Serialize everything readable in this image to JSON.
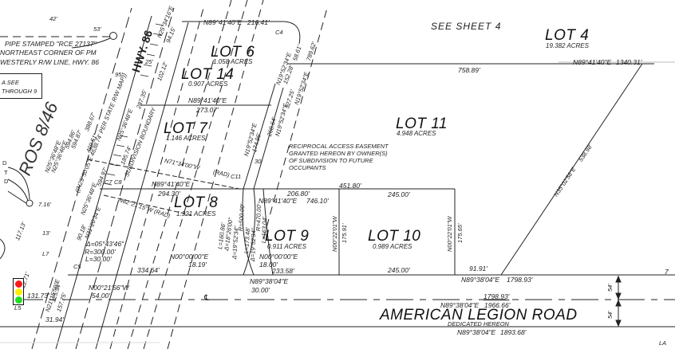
{
  "sheet": {
    "see_sheet": "SEE SHEET 4",
    "ros_label": "ROS 8/46",
    "highway_label": "HWY. 86",
    "road_name": "AMERICAN LEGION ROAD",
    "road_note": "DEDICATED HEREON",
    "centerline_symbol": "℄",
    "corner_text": "LA",
    "edge_number": "7",
    "note_box": [
      "A SEE",
      "THROUGH 9"
    ],
    "pipe_note": [
      "PIPE STAMPED \"RCE 27137\"",
      "NORTHEAST CORNER OF PM",
      "WESTERLY R/W LINE, HWY. 86"
    ],
    "easement_note": [
      "RECIPROCAL ACCESS EASEMENT",
      "GRANTED HEREON BY OWNER(S)",
      "OF SUBDIVISION TO FUTURE",
      "OCCUPANTS"
    ],
    "legend_letters": [
      "D",
      "T",
      "D"
    ]
  },
  "lots": [
    {
      "name": "LOT 4",
      "acres": "19.382 ACRES"
    },
    {
      "name": "LOT 6",
      "acres": "1.058 ACRES"
    },
    {
      "name": "LOT 14",
      "acres": "0.907 ACRES"
    },
    {
      "name": "LOT 7",
      "acres": "1.146 ACRES"
    },
    {
      "name": "LOT 11",
      "acres": "4.948 ACRES"
    },
    {
      "name": "LOT 8",
      "acres": "1.321 ACRES"
    },
    {
      "name": "LOT 9",
      "acres": "0.911 ACRES"
    },
    {
      "name": "LOT 10",
      "acres": "0.989 ACRES"
    }
  ],
  "dims": {
    "d42": "42'",
    "d53": "53'",
    "d25": "25'",
    "d95": "95'",
    "d13": "13'",
    "d30": "30'",
    "n25_34_16": "N25°34'16\"E",
    "d94_15": "94.15'",
    "d102_12": "102.12'",
    "d287_35": "287.35'",
    "top_bearing": "N89°41'40\"E",
    "top_len": "216.41'",
    "c4": "C4",
    "c5": "C5",
    "c7": "C7",
    "c8": "C8",
    "c11": "C11",
    "l7": "L7",
    "l5": "L5",
    "n19_152": "N19°52'34\"E",
    "d152_28": "152.28'",
    "d58_61": "58.61'",
    "d789_62": "789.62'",
    "n19_327": "N19°52'34\"E",
    "d327_25": "327.25'",
    "lot4_bearing": "N89°41'40\"E",
    "lot4_len": "1340.31'",
    "d758_89": "758.89'",
    "lot7_bearing": "N89°41'40\"E",
    "lot7_len": "273.07'",
    "n19_174": "N19°52'34\"E",
    "d174_96": "174.96'",
    "d268_64": "268.64'",
    "n19_268": "N19°52'34\"E",
    "n71": "N71°34'00\"W",
    "rad": "(RAD)",
    "lot8_bearing": "N89°41'40\"E",
    "lot8_len": "294.30'",
    "d206_80": "206.80'",
    "lot9_bearing": "N89°41'40\"E",
    "d746_10": "746.10'",
    "d451_80": "451.80'",
    "d245_top": "245.00'",
    "d245_bot": "245.00'",
    "n00_22_left": "N00°22'01\"W",
    "d175_91": "175.91'",
    "n00_22_right": "N00°22'01\"W",
    "d175_65": "175.65'",
    "d91_91": "91.91'",
    "n35": "N35°02'58\"E",
    "d538_98": "538.98'",
    "south_bearing": "N89°38'04\"E",
    "south_len": "1798.93'",
    "n00_00_left": "N00°00'00\"E",
    "d18_19": "18.19'",
    "n00_00_right": "N00°00'00\"E",
    "d18_00": "18.00'",
    "d233_58": "233.58'",
    "n89_30": "N89°38'04\"E",
    "d30_00": "30.00'",
    "curve1": "L=160.86'",
    "curve2": "Δ=18°26'00\"",
    "curve3": "Δ=19°52'34\"",
    "curve4": "R=500.00'",
    "curve5": "L=173.48'",
    "curve6": "Δ=19°52'34\"",
    "curve7": "R=470.00'",
    "curve8": "L=163.04'",
    "d334_64": "334.64'",
    "n00_21": "N00°21'56\"W",
    "d54_00": "54.00'",
    "delta": "Δ=05°43'46\"",
    "radius": "R=300.00'",
    "length": "L=30.00'",
    "d131_73": "131.73'",
    "d31_94": "31.94'",
    "d117_13": "117.13'",
    "d7_16": "7.16'",
    "cl_len1": "1798.93'",
    "cl_bearing": "N89°38'04\"E",
    "cl_len2": "1966.66'",
    "road_bearing": "N89°38'04\"E",
    "road_len": "1893.68'",
    "w54a": "54'",
    "w54b": "54'",
    "n25_a": "N25°36'48\"E",
    "n25_b": "N25°36'48\"E",
    "d594_86": "594.86'",
    "d594_87": "594.87'",
    "d388_67": "388.67'",
    "d469_51": "469.51'",
    "per_state": "((N25°50'05\"E 4638.74' PER STATE R/W MAP))",
    "n25_c": "N25°36'48\"E",
    "d594_97": "594.97'",
    "n25_d": "N25°36'48\"E",
    "d185_74": "185.74'",
    "subdiv_boundary": "SUBDIVISION BOUNDARY",
    "n62": "N62°21'15\"W (RAD)",
    "d90_18": "90.18'",
    "n31": "N31°20'34\"E",
    "n21": "N21°15'59\"E",
    "d125_34": "125.34'",
    "d157_75": "157.75'",
    "d121": "12.71'"
  },
  "signal_icon": {
    "red": "#ff1a1a",
    "yellow": "#ffee00",
    "green": "#22dd22"
  }
}
